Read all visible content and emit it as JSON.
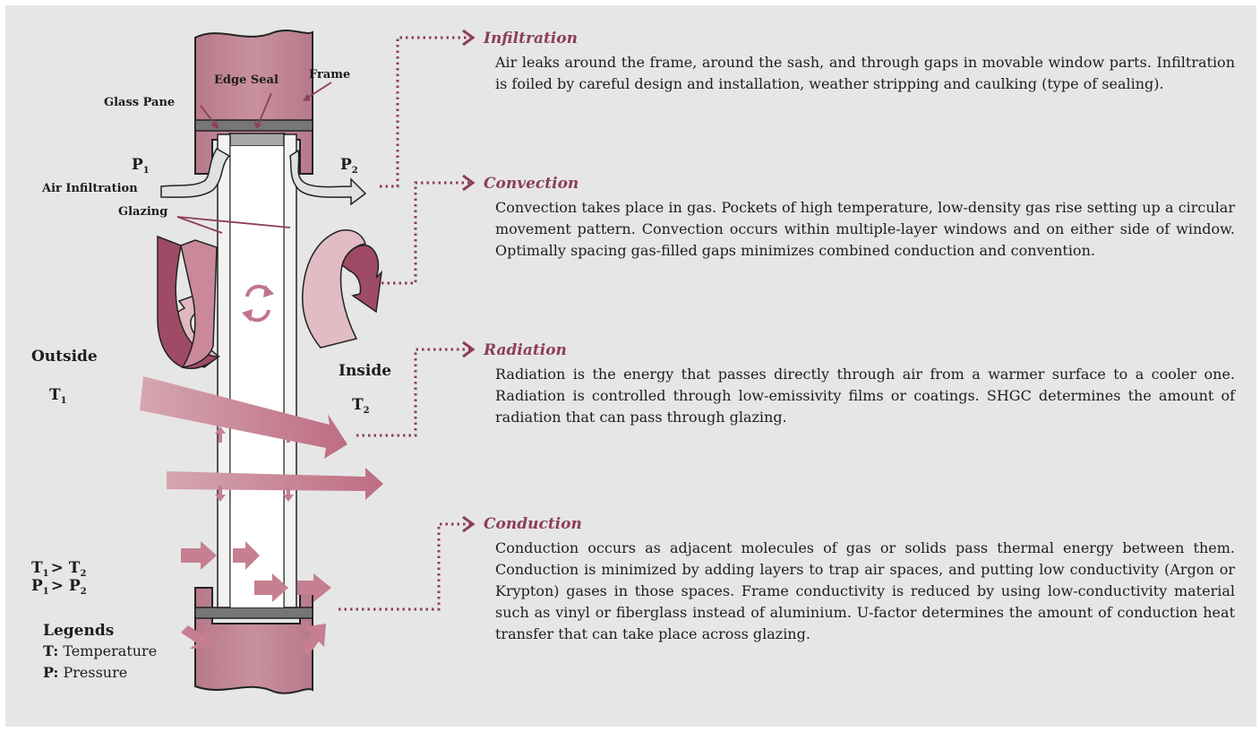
{
  "labels": {
    "frame": "Frame",
    "edge_seal": "Edge Seal",
    "glass_pane": "Glass Pane",
    "p1": "P",
    "p1_sub": "1",
    "p2": "P",
    "p2_sub": "2",
    "air_infiltration": "Air Infiltration",
    "glazing": "Glazing",
    "outside": "Outside",
    "t1": "T",
    "t1_sub": "1",
    "inside": "Inside",
    "t2": "T",
    "t2_sub": "2",
    "cond_t_left": "T",
    "cond_t_left_sub": "1",
    "cond_t_right": "T",
    "cond_t_right_sub": "2",
    "cond_p_left": "P",
    "cond_p_left_sub": "1",
    "cond_p_right": "P",
    "cond_p_right_sub": "2",
    "gt": ">"
  },
  "legend": {
    "title": "Legends",
    "items": [
      {
        "key": "T:",
        "value": "Temperature"
      },
      {
        "key": "P:",
        "value": "Pressure"
      }
    ]
  },
  "sections": [
    {
      "title": "Infiltration",
      "body": "Air leaks around the frame, around the sash, and through gaps in movable window parts. Infiltration is foiled by careful design and installation, weather stripping and caulking (type of sealing)."
    },
    {
      "title": "Convection",
      "body": "Convection takes place in gas. Pockets of high temperature, low-density gas rise setting up a circular movement pattern. Convection occurs within multiple-layer windows and on either side of window. Optimally spacing gas-filled gaps minimizes combined conduction and convention."
    },
    {
      "title": "Radiation",
      "body": "Radiation is the energy that passes directly through air from a warmer surface to a cooler one. Radiation is controlled through low-emissivity films or coatings. SHGC determines the amount of radiation that can pass through glazing."
    },
    {
      "title": "Conduction",
      "body": "Conduction occurs as adjacent molecules of gas or solids pass thermal energy between them. Conduction is minimized by adding layers to trap air spaces, and putting low conductivity (Argon or Krypton) gases in those spaces. Frame conductivity is reduced by using low-conductivity material such as vinyl or fiberglass instead of aluminium. U-factor determines the amount of conduction heat transfer that can take place across glazing."
    }
  ],
  "colors": {
    "frame": "#c0848f",
    "accent": "#8c3e57",
    "arrow": "#c57f90",
    "dark_fold": "#9a4a63",
    "light_fold": "#e2b8c0"
  }
}
